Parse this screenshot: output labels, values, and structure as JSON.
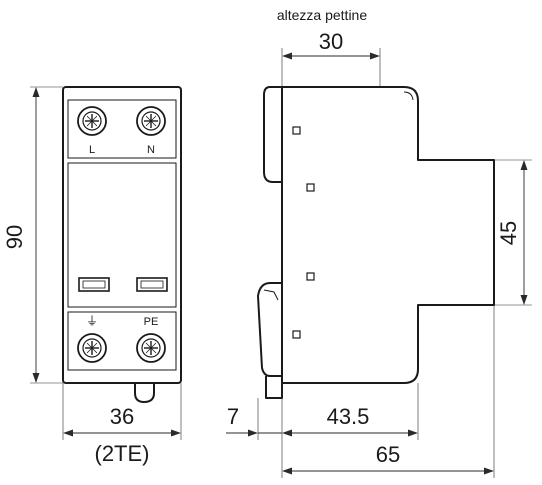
{
  "front_view": {
    "terminal_top_left": "L",
    "terminal_top_right": "N",
    "terminal_bottom_left_symbol": "⏚",
    "terminal_bottom_right": "PE"
  },
  "dimensions": {
    "height": "90",
    "width": "36",
    "width_modules": "(2TE)",
    "comb_height_label": "altezza pettine",
    "comb_height": "30",
    "center_height": "45",
    "rail_offset": "7",
    "body_depth": "43.5",
    "total_depth": "65"
  }
}
